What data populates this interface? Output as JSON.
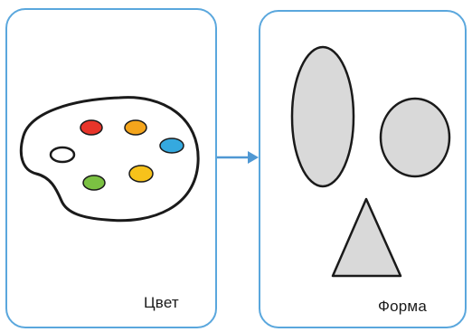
{
  "cards": {
    "left": {
      "label": "Цвет",
      "icon": "palette-icon",
      "paint_colors": [
        "#e8352a",
        "#f4a51c",
        "#35a9df",
        "#7bc142",
        "#f7c21b",
        "#ffffff"
      ]
    },
    "right": {
      "label": "Форма",
      "shapes": [
        "ellipse",
        "circle",
        "triangle"
      ],
      "shape_fill": "#d9d9d9"
    }
  },
  "arrow": {
    "icon": "arrow-right-icon",
    "color": "#4f98d3"
  },
  "colors": {
    "card_border": "#5aa7dd",
    "outline": "#1a1a1a"
  }
}
